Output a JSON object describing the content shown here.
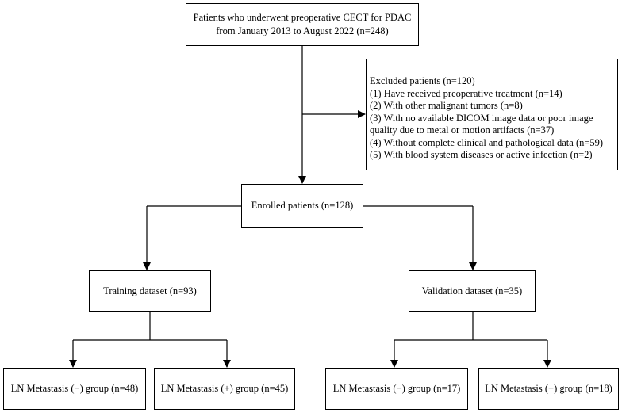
{
  "boxes": {
    "start": {
      "lines": [
        "Patients who underwent preoperative CECT for PDAC",
        "from January 2013 to August 2022 (n=248)"
      ]
    },
    "excluded": {
      "heading": "Excluded patients (n=120)",
      "items": [
        "(1) Have received preoperative treatment  (n=14)",
        "(2) With other malignant tumors (n=8)",
        "(3) With no available DICOM image data or poor image",
        "quality due to metal or motion artifacts (n=37)",
        "(4) Without complete clinical and pathological data  (n=59)",
        "(5) With blood system diseases or active infection (n=2)"
      ]
    },
    "enrolled": {
      "label": "Enrolled patients (n=128)"
    },
    "training": {
      "label": "Training dataset (n=93)"
    },
    "validation": {
      "label": "Validation dataset (n=35)"
    },
    "train_neg": {
      "label": "LN Metastasis (−) group (n=48)"
    },
    "train_pos": {
      "label": "LN Metastasis (+) group (n=45)"
    },
    "val_neg": {
      "label": "LN Metastasis (−) group (n=17)"
    },
    "val_pos": {
      "label": "LN Metastasis (+) group (n=18)"
    }
  }
}
